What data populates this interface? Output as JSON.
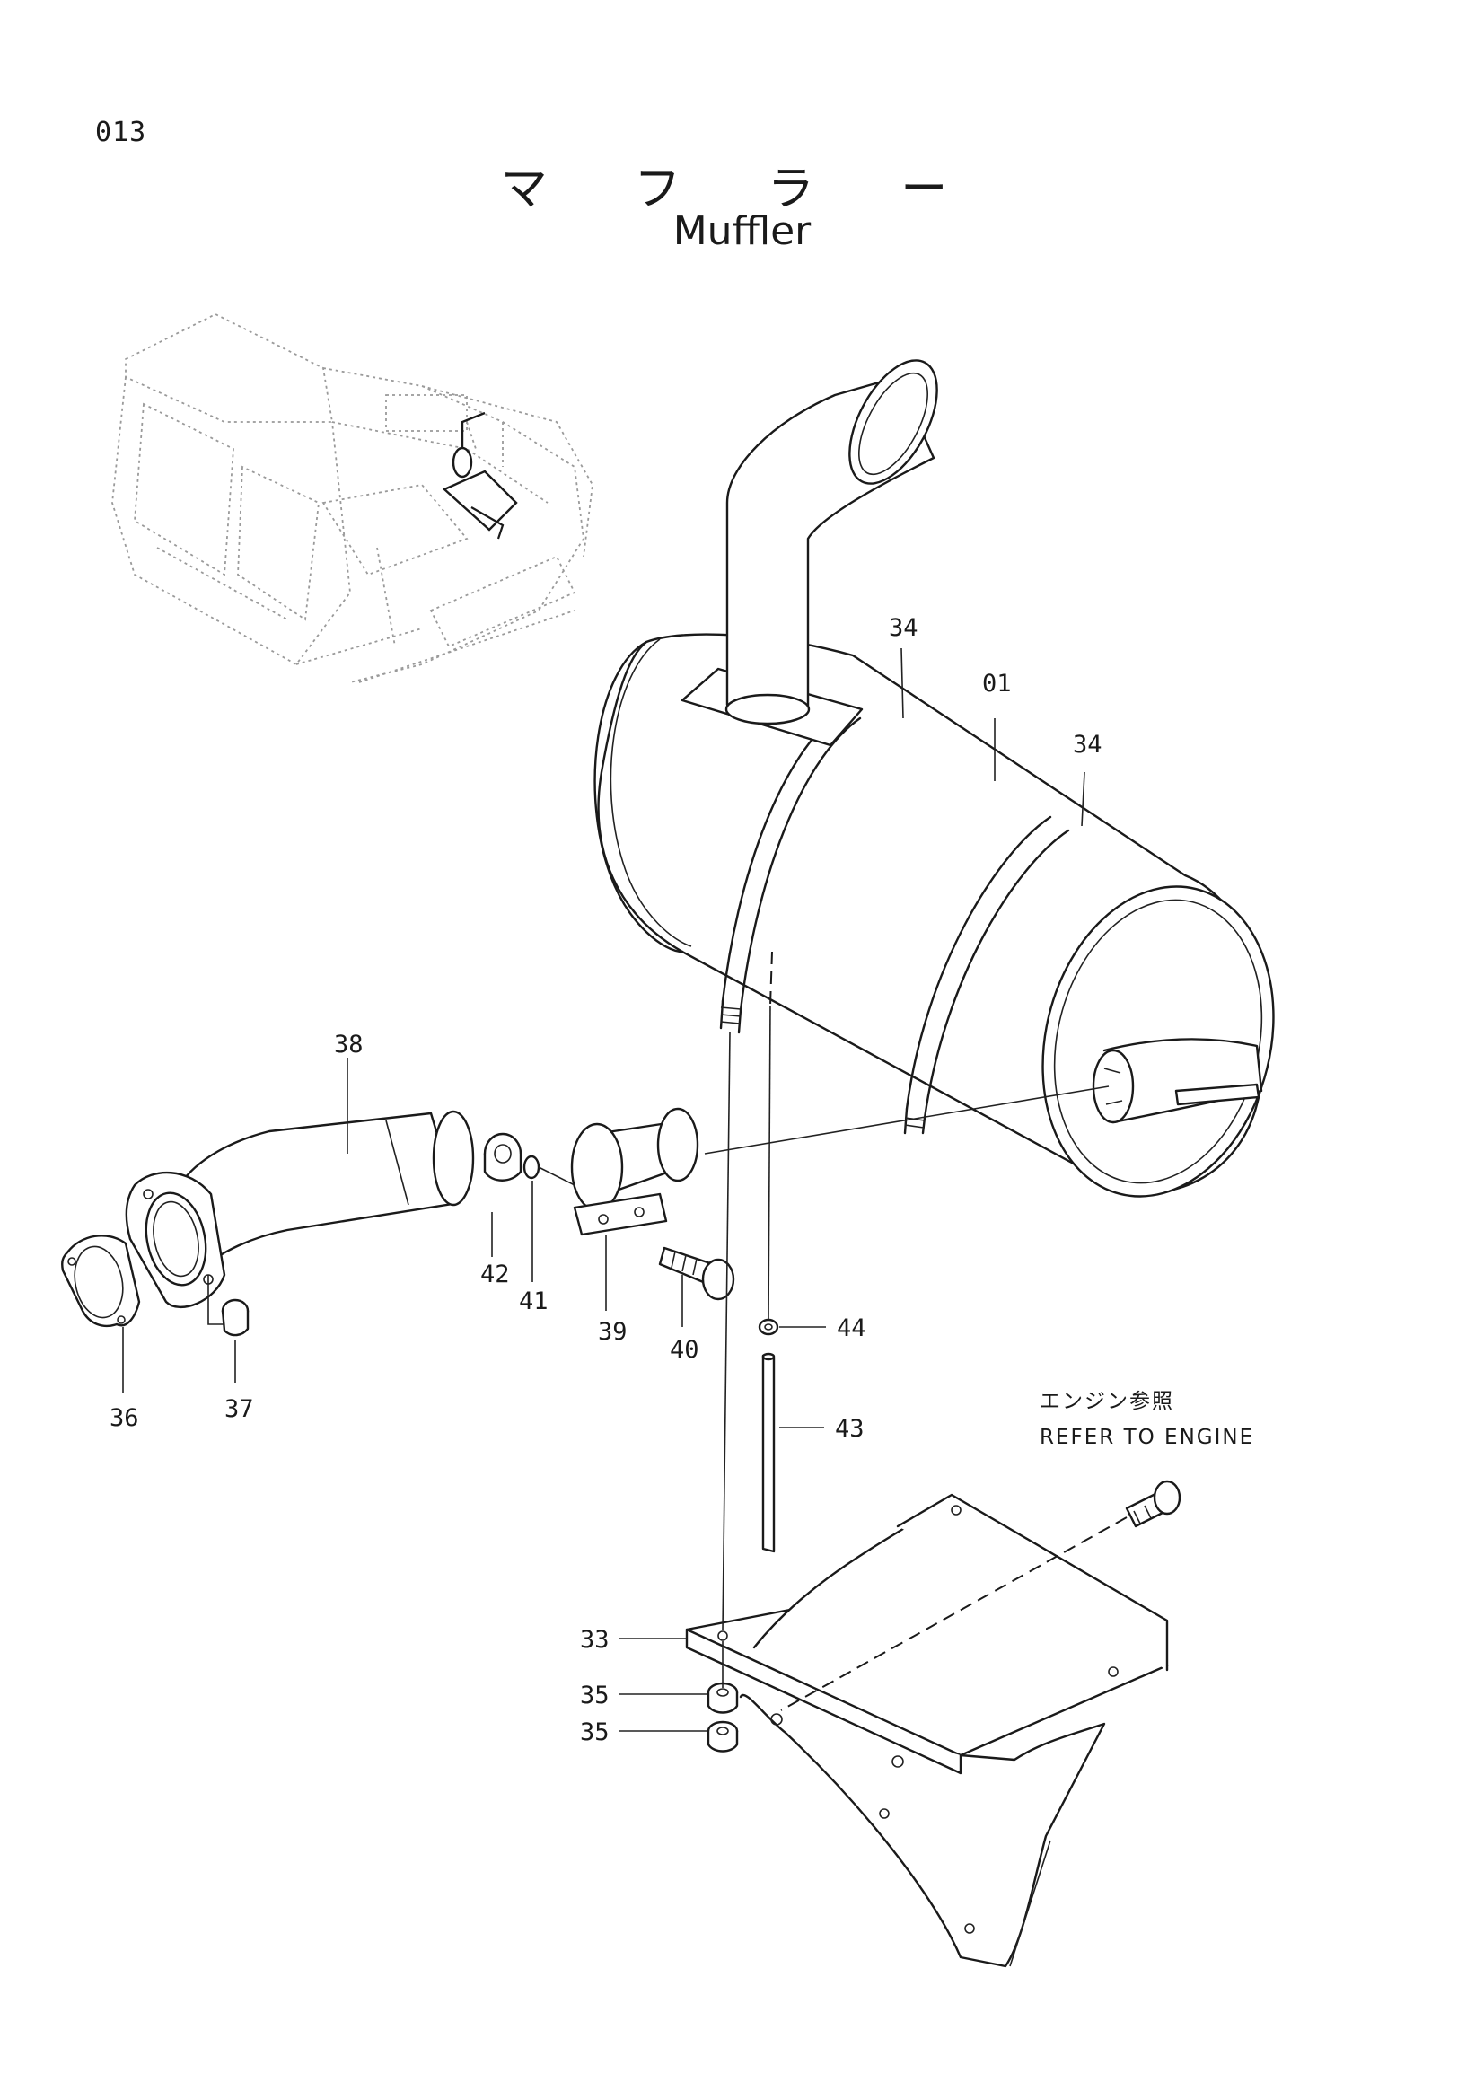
{
  "page": {
    "number": "013"
  },
  "title": {
    "japanese": "マ フ ラ ー",
    "english": "Muffler"
  },
  "callouts": [
    "01",
    "33",
    "34",
    "34",
    "35",
    "35",
    "36",
    "37",
    "38",
    "39",
    "40",
    "41",
    "42",
    "43",
    "44"
  ],
  "note": {
    "japanese": "エンジン参照",
    "english": "REFER TO ENGINE"
  },
  "colors": {
    "ink": "#1a1a1a",
    "ghost": "#9a9a9a",
    "paper": "#ffffff"
  }
}
